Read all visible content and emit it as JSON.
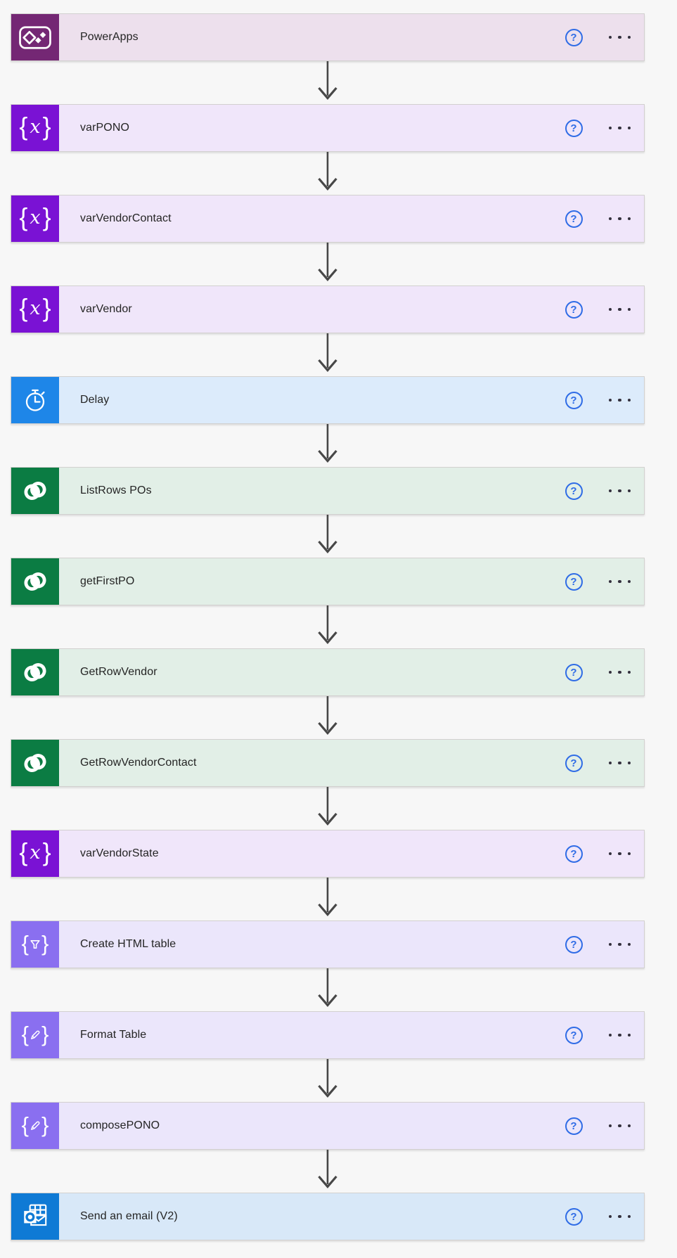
{
  "canvas": {
    "background": "#f7f7f7",
    "arrow_color": "#474747"
  },
  "controls": {
    "help_glyph": "?",
    "help_color": "#2f6ce6",
    "ellipsis_color": "#33303d"
  },
  "flow": {
    "steps": [
      {
        "label": "PowerApps",
        "icon": "powerapps-icon",
        "icon_bg": "#742774",
        "card_bg": "#ede0ed"
      },
      {
        "label": "varPONO",
        "icon": "variable-icon",
        "icon_bg": "#7a12d4",
        "card_bg": "#f0e6fa"
      },
      {
        "label": "varVendorContact",
        "icon": "variable-icon",
        "icon_bg": "#7a12d4",
        "card_bg": "#f0e6fa"
      },
      {
        "label": "varVendor",
        "icon": "variable-icon",
        "icon_bg": "#7a12d4",
        "card_bg": "#f0e6fa"
      },
      {
        "label": "Delay",
        "icon": "delay-icon",
        "icon_bg": "#1e86e8",
        "card_bg": "#dcebfb"
      },
      {
        "label": "ListRows POs",
        "icon": "dataverse-icon",
        "icon_bg": "#0b7c43",
        "card_bg": "#e2efe7"
      },
      {
        "label": "getFirstPO",
        "icon": "dataverse-icon",
        "icon_bg": "#0b7c43",
        "card_bg": "#e2efe7"
      },
      {
        "label": "GetRowVendor",
        "icon": "dataverse-icon",
        "icon_bg": "#0b7c43",
        "card_bg": "#e2efe7"
      },
      {
        "label": "GetRowVendorContact",
        "icon": "dataverse-icon",
        "icon_bg": "#0b7c43",
        "card_bg": "#e2efe7"
      },
      {
        "label": "varVendorState",
        "icon": "variable-icon",
        "icon_bg": "#7a12d4",
        "card_bg": "#f0e6fa"
      },
      {
        "label": "Create HTML table",
        "icon": "html-table-icon",
        "icon_bg": "#8a6ff0",
        "card_bg": "#ebe6fb"
      },
      {
        "label": "Format Table",
        "icon": "compose-icon",
        "icon_bg": "#8a6ff0",
        "card_bg": "#ebe6fb"
      },
      {
        "label": "composePONO",
        "icon": "compose-icon",
        "icon_bg": "#8a6ff0",
        "card_bg": "#ebe6fb"
      },
      {
        "label": "Send an email (V2)",
        "icon": "outlook-icon",
        "icon_bg": "#0f7ad5",
        "card_bg": "#d8e8f8"
      }
    ]
  }
}
